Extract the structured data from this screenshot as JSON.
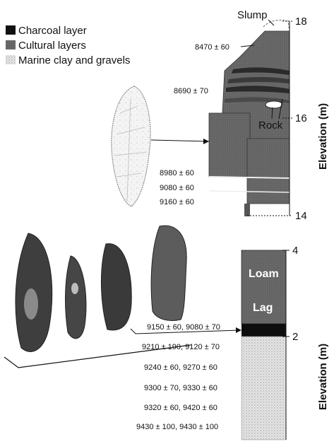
{
  "legend": {
    "items": [
      {
        "label": "Charcoal layer",
        "color": "#111111"
      },
      {
        "label": "Cultural layers",
        "color": "#6e6e6e"
      },
      {
        "label": "Marine clay and gravels",
        "color": "#cfcfcf"
      }
    ]
  },
  "upper_section": {
    "axis_label": "Elevation (m)",
    "ticks": [
      "18",
      "16",
      "14"
    ],
    "slump_label": "Slump",
    "rock_label": "Rock",
    "dates": [
      "8470 ± 60",
      "8690 ± 70",
      "8980 ± 60",
      "9080 ± 60",
      "9160 ± 60"
    ]
  },
  "lower_section": {
    "axis_label": "Elevation (m)",
    "ticks": [
      "4",
      "2"
    ],
    "layer_labels": [
      "Loam",
      "Lag"
    ],
    "dates": [
      "9150 ± 60, 9080 ± 70",
      "9210 ± 190, 9120 ± 70",
      "9240 ± 60, 9270 ± 60",
      "9300 ± 70, 9330 ± 60",
      "9320 ± 60, 9420 ± 60",
      "9430 ± 100, 9430 ± 100"
    ]
  }
}
